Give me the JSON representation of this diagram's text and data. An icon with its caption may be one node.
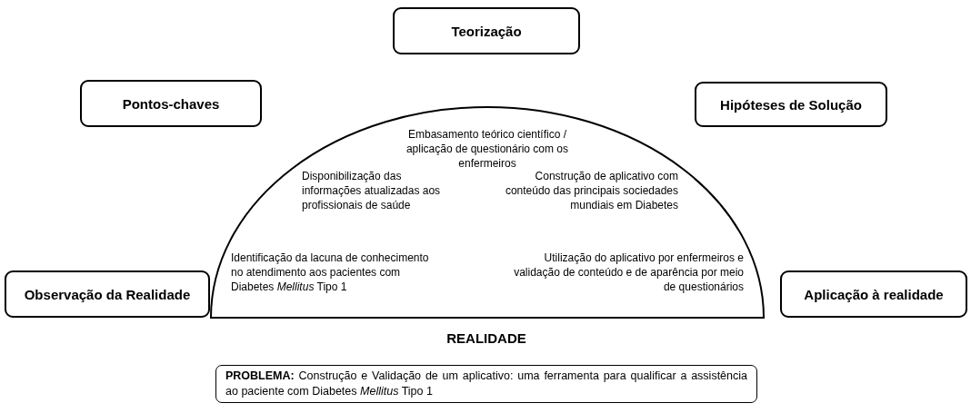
{
  "diagram": {
    "nodes": [
      {
        "text": [
          "Teorização"
        ]
      },
      {
        "text": [
          "Pontos-chaves"
        ]
      },
      {
        "text": [
          "Hipóteses de Solução"
        ]
      },
      {
        "text": [
          "Embasamento teórico científico / aplicação de questionário com os enfermeiros",
          "Disponibilização das informações atualizadas aos profissionais de saúde",
          "Construção de aplicativo com conteúdo das principais sociedades mundiais em Diabetes",
          "Identificação da lacuna de conhecimento no atendimento aos pacientes com Diabetes *Mellitus* Tipo 1",
          "Utilização do aplicativo por enfermeiros e validação de conteúdo e de aparência por meio de questionários"
        ]
      },
      {
        "text": [
          "Observação da Realidade"
        ]
      },
      {
        "text": [
          "Aplicação à realidade"
        ]
      },
      {
        "text": [
          "**PROBLEMA:** Construção e Validação de um aplicativo: uma ferramenta para qualificar a assistência ao paciente com Diabetes *Mellitus* Tipo 1"
        ]
      }
    ],
    "edges": [],
    "labels": [
      "REALIDADE"
    ]
  }
}
